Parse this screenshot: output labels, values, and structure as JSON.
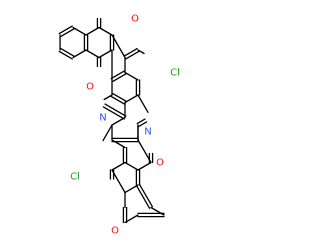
{
  "molecule": {
    "colors": {
      "O": "#ff0d0d",
      "N": "#3050f8",
      "Cl": "#1fa01f",
      "bond": "#000000"
    },
    "labels": {
      "o_top": "O",
      "o_mid_left": "O",
      "o_mid_right": "O",
      "o_bottom": "O",
      "n_left": "N",
      "n_right": "N",
      "cl_top": "Cl",
      "cl_bottom": "Cl"
    }
  }
}
